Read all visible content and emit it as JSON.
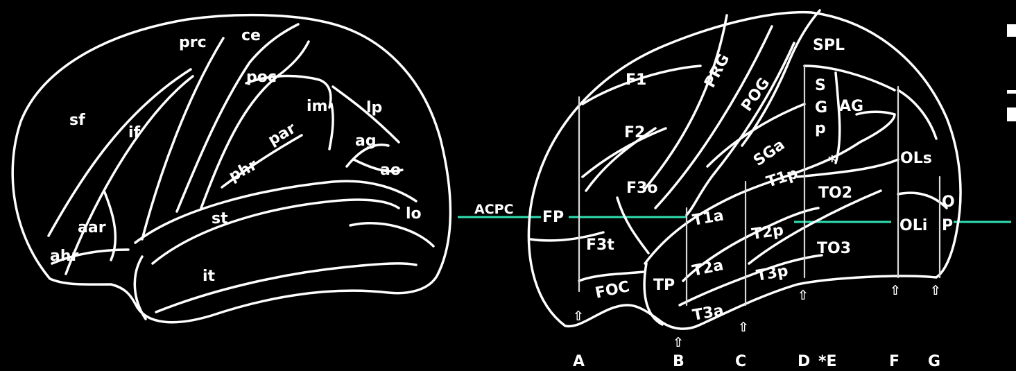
{
  "left_brain": {
    "sulci": [
      "sf",
      "if",
      "prc",
      "ce",
      "poc",
      "im",
      "lp",
      "par",
      "phr",
      "ag",
      "ao",
      "aar",
      "ahr",
      "st",
      "lo",
      "it"
    ]
  },
  "right_brain": {
    "reference_line": "ACPC",
    "regions": [
      "SPL",
      "F1",
      "PRG",
      "POG",
      "S",
      "G",
      "p",
      "AG",
      "F2",
      "SGa",
      "*",
      "OLs",
      "F3o",
      "T1p",
      "TO2",
      "FP",
      "T1a",
      "O",
      "T2p",
      "OLi",
      "P",
      "F3t",
      "T2a",
      "TO3",
      "T3p",
      "FOC",
      "TP",
      "T3a"
    ],
    "cut_labels": [
      "A",
      "B",
      "C",
      "D",
      "*E",
      "F",
      "G"
    ],
    "arrow_glyph": "⇧"
  },
  "colors": {
    "background": "#000000",
    "lines": "#ffffff",
    "acpc_line": "#2fe0b2"
  }
}
